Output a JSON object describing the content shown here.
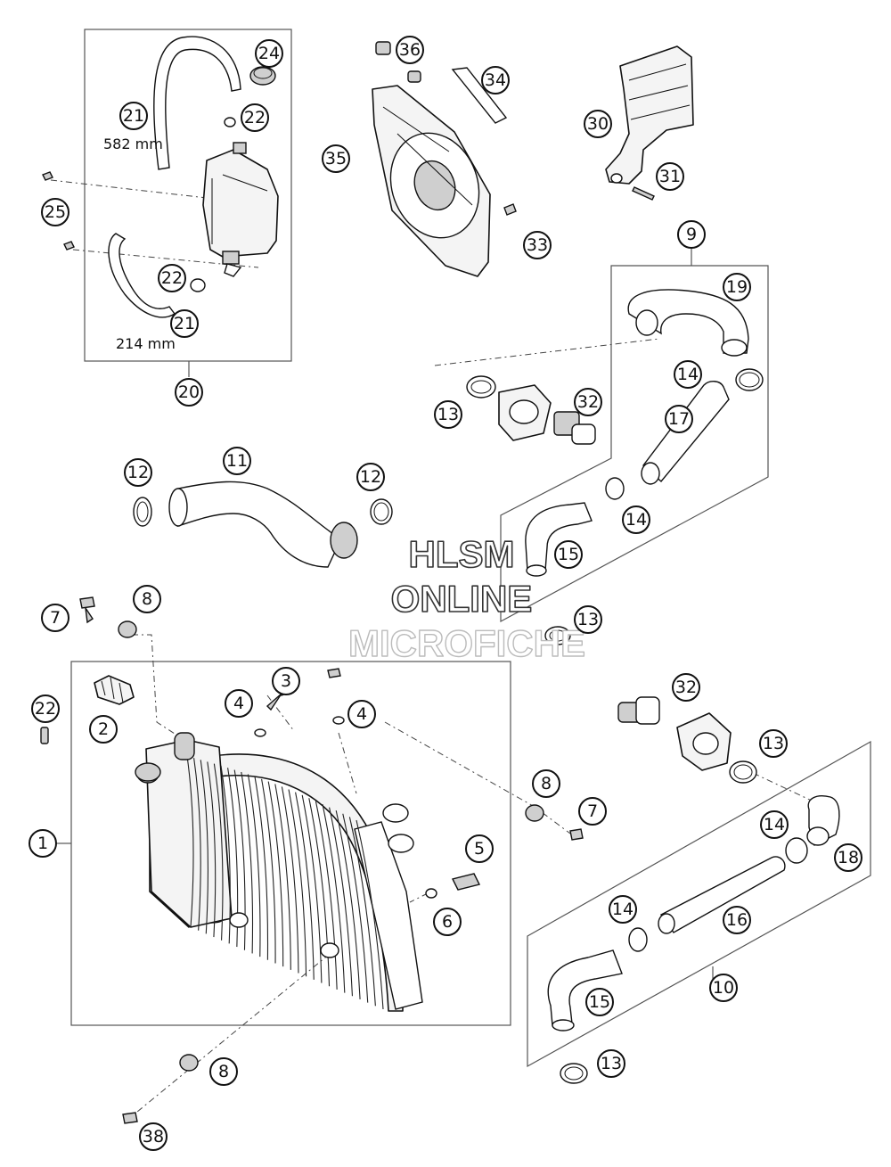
{
  "diagram": {
    "watermark": {
      "line1": "HLSM",
      "line2": "ONLINE",
      "line3": "MICROFICHE"
    },
    "dimensions": {
      "upper_hose_length": "582 mm",
      "lower_hose_length": "214 mm"
    },
    "callouts": [
      {
        "id": "c24",
        "label": "24"
      },
      {
        "id": "c21a",
        "label": "21"
      },
      {
        "id": "c22a",
        "label": "22"
      },
      {
        "id": "c25",
        "label": "25"
      },
      {
        "id": "c22b",
        "label": "22"
      },
      {
        "id": "c21b",
        "label": "21"
      },
      {
        "id": "c20",
        "label": "20"
      },
      {
        "id": "c36",
        "label": "36"
      },
      {
        "id": "c34",
        "label": "34"
      },
      {
        "id": "c35",
        "label": "35"
      },
      {
        "id": "c33",
        "label": "33"
      },
      {
        "id": "c30",
        "label": "30"
      },
      {
        "id": "c31",
        "label": "31"
      },
      {
        "id": "c9",
        "label": "9"
      },
      {
        "id": "c19",
        "label": "19"
      },
      {
        "id": "c14a",
        "label": "14"
      },
      {
        "id": "c32a",
        "label": "32"
      },
      {
        "id": "c13a",
        "label": "13"
      },
      {
        "id": "c17",
        "label": "17"
      },
      {
        "id": "c14b",
        "label": "14"
      },
      {
        "id": "c15a",
        "label": "15"
      },
      {
        "id": "c13b",
        "label": "13"
      },
      {
        "id": "c12a",
        "label": "12"
      },
      {
        "id": "c11",
        "label": "11"
      },
      {
        "id": "c12b",
        "label": "12"
      },
      {
        "id": "c8a",
        "label": "8"
      },
      {
        "id": "c7a",
        "label": "7"
      },
      {
        "id": "c22c",
        "label": "22"
      },
      {
        "id": "c2",
        "label": "2"
      },
      {
        "id": "c3",
        "label": "3"
      },
      {
        "id": "c4a",
        "label": "4"
      },
      {
        "id": "c4b",
        "label": "4"
      },
      {
        "id": "c1",
        "label": "1"
      },
      {
        "id": "c32b",
        "label": "32"
      },
      {
        "id": "c13c",
        "label": "13"
      },
      {
        "id": "c8b",
        "label": "8"
      },
      {
        "id": "c7b",
        "label": "7"
      },
      {
        "id": "c5",
        "label": "5"
      },
      {
        "id": "c6",
        "label": "6"
      },
      {
        "id": "c14c",
        "label": "14"
      },
      {
        "id": "c18",
        "label": "18"
      },
      {
        "id": "c14d",
        "label": "14"
      },
      {
        "id": "c16",
        "label": "16"
      },
      {
        "id": "c10",
        "label": "10"
      },
      {
        "id": "c15b",
        "label": "15"
      },
      {
        "id": "c13d",
        "label": "13"
      },
      {
        "id": "c8c",
        "label": "8"
      },
      {
        "id": "c38",
        "label": "38"
      }
    ]
  }
}
